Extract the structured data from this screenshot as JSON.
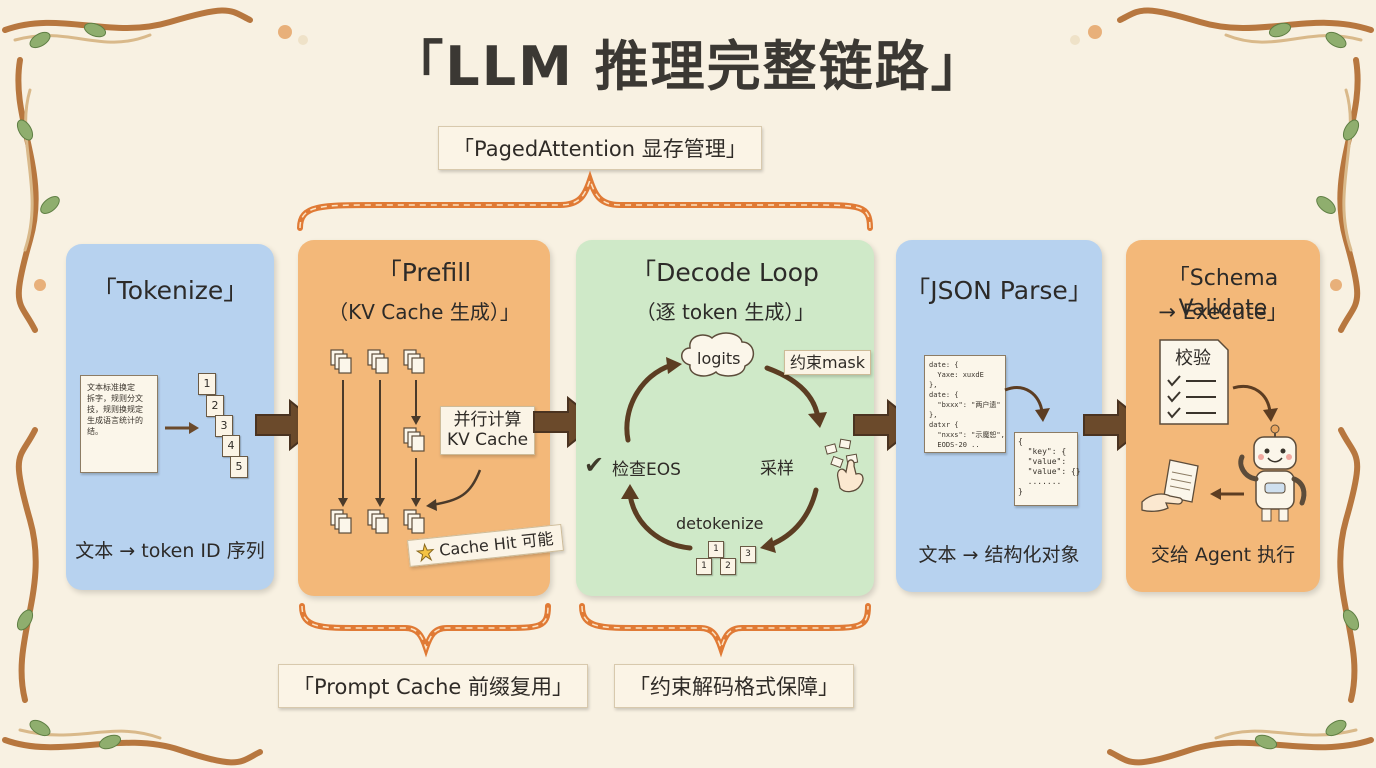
{
  "title": "「LLM 推理完整链路」",
  "top_brace_label": "「PagedAttention 显存管理」",
  "bottom_brace_labels": {
    "left": "「Prompt Cache 前缀复用」",
    "right": "「约束解码格式保障」"
  },
  "stages": {
    "tokenize": {
      "title": "「Tokenize」",
      "doc_text": "文本标准换定\n拆字，规则分文\n技，规则换规定\n生成语言统计的\n结。",
      "tokens": [
        "1",
        "2",
        "3",
        "4",
        "5"
      ],
      "footer": "文本 → token ID 序列"
    },
    "prefill": {
      "title": "「Prefill",
      "subtitle": "（KV Cache 生成）」",
      "note": "并行计算\nKV Cache",
      "hit_note": "Cache Hit 可能"
    },
    "decode": {
      "title": "「Decode Loop",
      "subtitle": "（逐 token 生成）」",
      "logits": "logits",
      "mask_note": "约束mask",
      "sample": "采样",
      "detokenize": "detokenize",
      "check_eos": "检查EOS",
      "check_mark": "✔",
      "tokens": [
        "1",
        "2",
        "3"
      ]
    },
    "json_parse": {
      "title": "「JSON Parse」",
      "raw_text": "date: {\n  Yaxe: xuxdE\n},\ndate: {\n  \"bxxx\": \"两户遗\"\n},\ndatxr {\n  \"nxxs\": \"示魔恕\",\n  EODS-20 ..",
      "obj_text": "{\n  \"key\": {\n  \"value\":\n  \"value\": {}\n  .......\n}",
      "footer": "文本 → 结构化对象"
    },
    "schema": {
      "title": "「Schema Validate",
      "subtitle": "→ Execute」",
      "check_label": "校验",
      "footer": "交给 Agent 执行"
    }
  },
  "colors": {
    "blue": "#b7d2ef",
    "orange": "#f3b879",
    "green": "#cfe9c8",
    "arrow": "#6b4a2b",
    "brace": "#e07a35"
  }
}
